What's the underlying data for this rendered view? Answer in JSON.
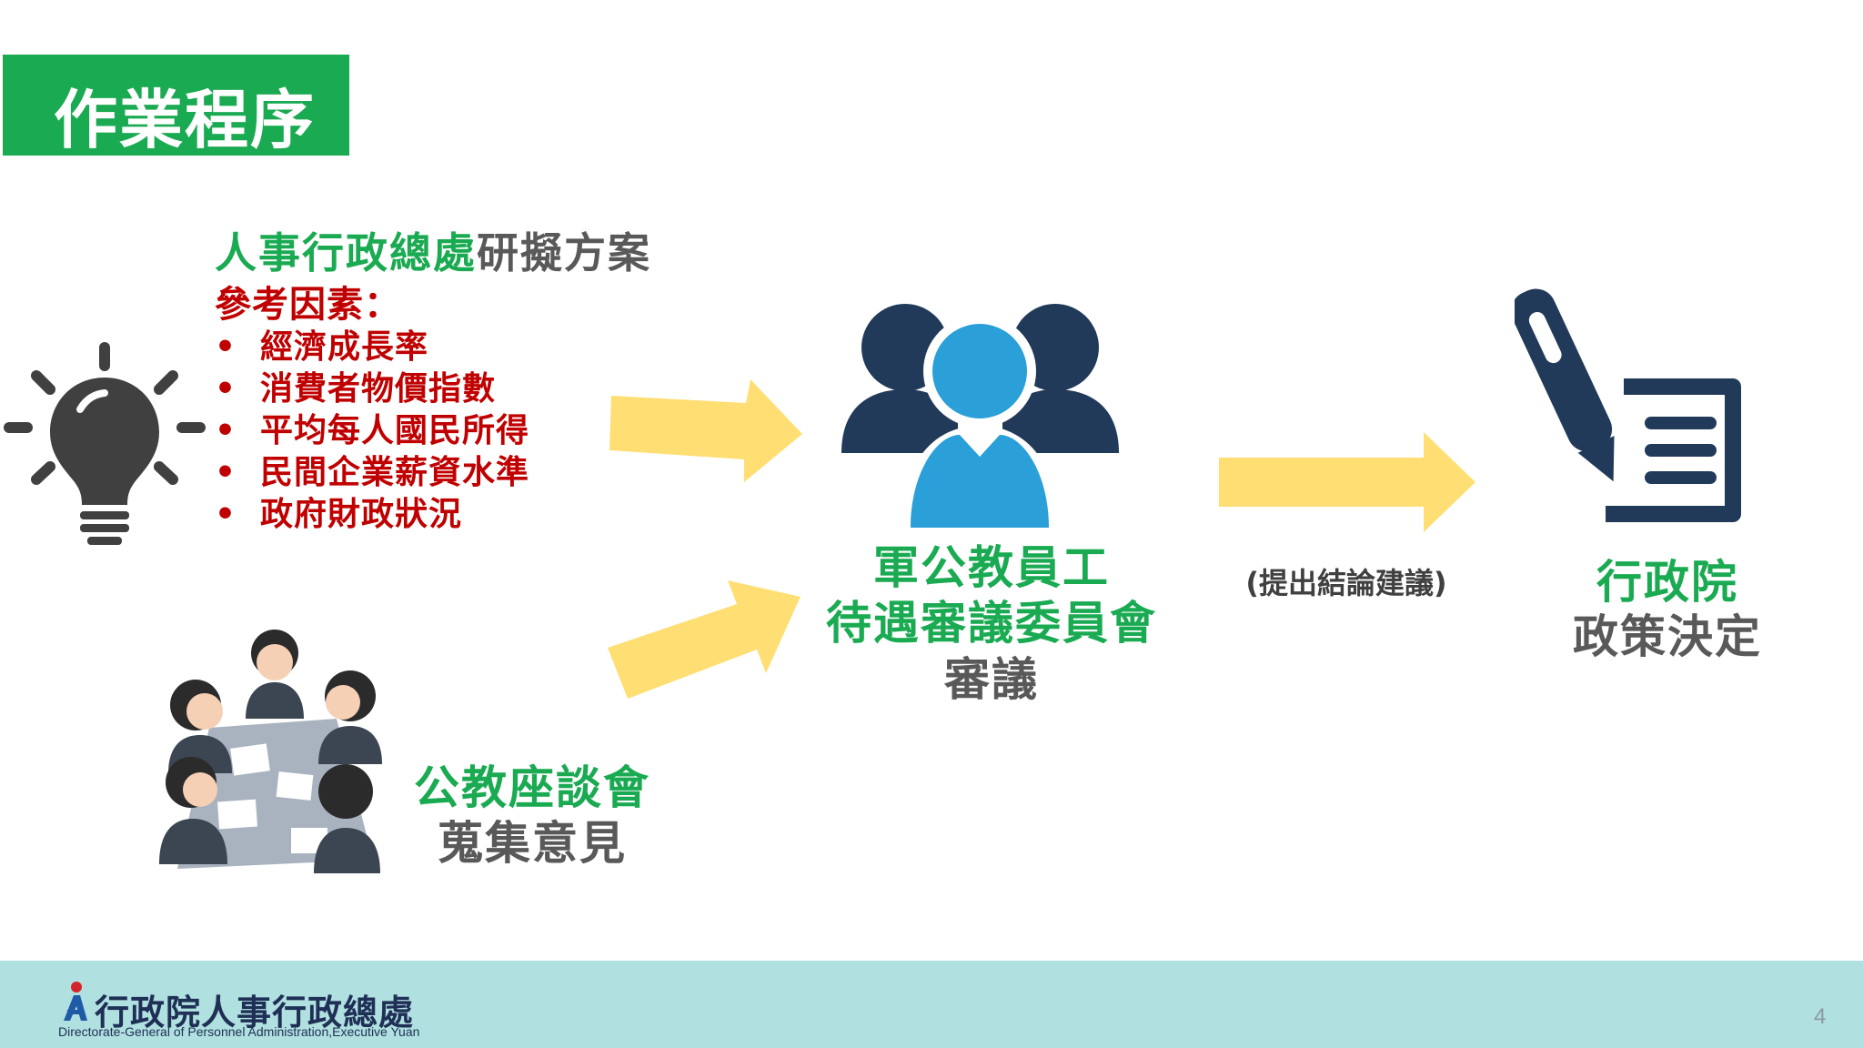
{
  "slide": {
    "title": "作業程序",
    "page_number": "4"
  },
  "proposal": {
    "org": "人事行政總處",
    "action": "研擬方案",
    "factors_heading": "參考因素：",
    "factors": [
      "經濟成長率",
      "消費者物價指數",
      "平均每人國民所得",
      "民間企業薪資水準",
      "政府財政狀況"
    ],
    "bullet": "•"
  },
  "meeting": {
    "title": "公教座談會",
    "subtitle": "蒐集意見"
  },
  "committee": {
    "line1": "軍公教員工",
    "line2": "待遇審議委員會",
    "action": "審議"
  },
  "arrow_note": "(提出結論建議)",
  "cabinet": {
    "title": "行政院",
    "action": "政策決定"
  },
  "footer": {
    "org_name": "行政院人事行政總處",
    "org_english": "Directorate-General of Personnel Administration,Executive Yuan"
  },
  "colors": {
    "green": "#1aaa52",
    "red": "#c00000",
    "arrow": "#ffdf73",
    "navy": "#223a5a",
    "blue": "#2a9fd8",
    "footer_bg": "#b0e0df"
  },
  "icons": [
    "lightbulb-icon",
    "meeting-illustration",
    "committee-people-icon",
    "pen-document-icon"
  ]
}
